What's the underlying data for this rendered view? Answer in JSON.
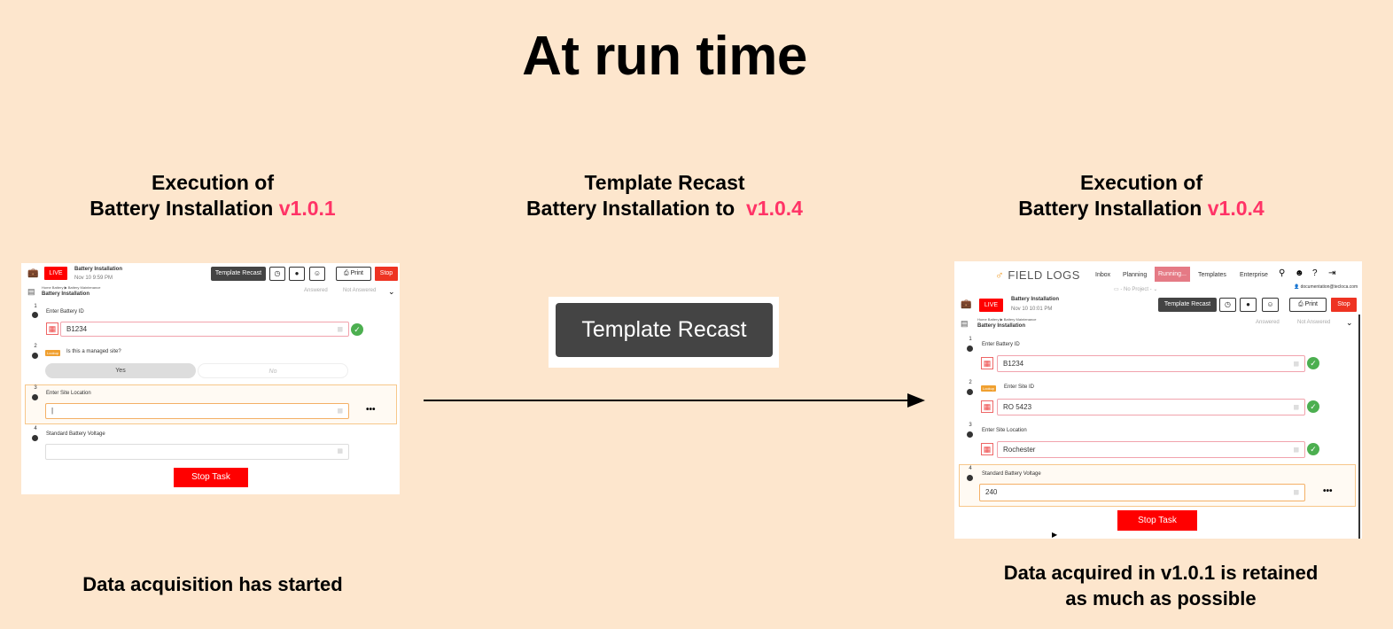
{
  "title": "At run time",
  "columns": {
    "left": {
      "heading_line1": "Execution of",
      "heading_line2_prefix": "Battery Installation ",
      "version": "v1.0.1"
    },
    "middle": {
      "heading_line1": "Template Recast",
      "heading_line2_prefix": "Battery Installation to ",
      "version": "v1.0.4"
    },
    "right": {
      "heading_line1": "Execution of",
      "heading_line2_prefix": "Battery Installation ",
      "version": "v1.0.4"
    }
  },
  "captions": {
    "left": "Data acquisition has started",
    "right_line1": "Data acquired in v1.0.1 is retained",
    "right_line2": "as much as possible"
  },
  "recast_button": "Template Recast",
  "shot_left": {
    "live": "LIVE",
    "task_name": "Battery Installation",
    "time": "Nov 10 9:59 PM",
    "recast": "Template Recast",
    "print": "Print",
    "stop": "Stop",
    "breadcrumb": "Home Battery ▶ Battery Maintenance",
    "page_title": "Battery Installation",
    "answered": "Answered",
    "not_answered": "Not Answered",
    "steps": [
      {
        "num": "1",
        "label": "Enter Battery ID",
        "value": "B1234"
      },
      {
        "num": "2",
        "tag": "Lookup",
        "label": "Is this a managed site?",
        "yes": "Yes",
        "no": "No"
      },
      {
        "num": "3",
        "label": "Enter Site Location",
        "value": "|"
      },
      {
        "num": "4",
        "label": "Standard Battery Voltage",
        "value": ""
      }
    ],
    "more": "•••",
    "stop_task": "Stop Task"
  },
  "shot_right": {
    "logo": "FIELD LOGS",
    "nav": [
      "Inbox",
      "Planning",
      "Running...",
      "Templates",
      "Enterprise"
    ],
    "project": "- No Project -",
    "user": "documentation@tecloca.com",
    "live": "LIVE",
    "task_name": "Battery Installation",
    "time": "Nov 10 10:01 PM",
    "recast": "Template Recast",
    "print": "Print",
    "stop": "Stop",
    "breadcrumb": "Home Battery ▶ Battery Maintenance",
    "page_title": "Battery Installation",
    "answered": "Answered",
    "not_answered": "Not Answered",
    "steps": [
      {
        "num": "1",
        "label": "Enter Battery ID",
        "value": "B1234"
      },
      {
        "num": "2",
        "tag": "Lookup",
        "label": "Enter Site ID",
        "value": "RO 5423"
      },
      {
        "num": "3",
        "label": "Enter Site Location",
        "value": "Rochester"
      },
      {
        "num": "4",
        "label": "Standard Battery Voltage",
        "value": "240"
      }
    ],
    "more": "•••",
    "stop_task": "Stop Task"
  },
  "colors": {
    "accent_version": "#ff3366",
    "background": "#fde6cd",
    "live_red": "#ff0000",
    "recast_dark": "#444444"
  }
}
